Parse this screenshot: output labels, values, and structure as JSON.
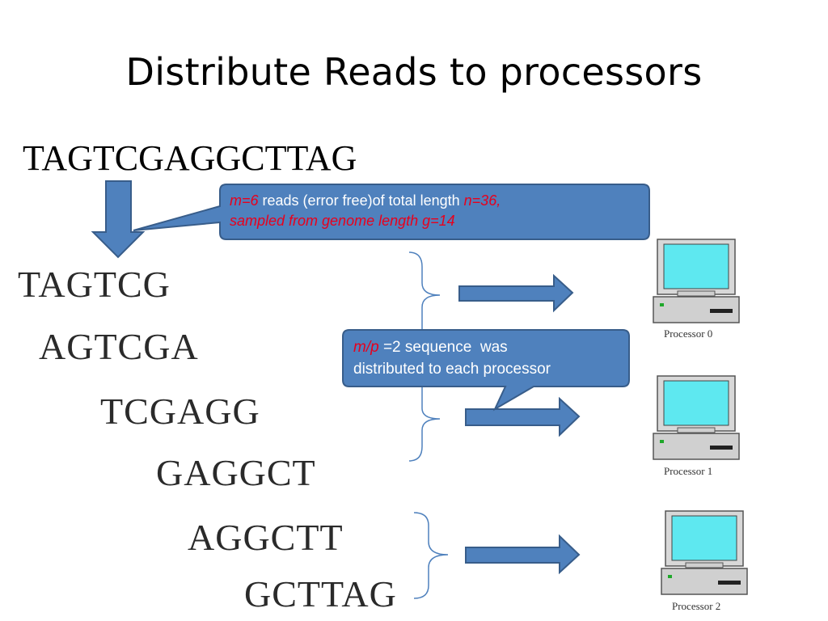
{
  "slide": {
    "title": "Distribute Reads to processors",
    "genome": "TAGTCGAGGCTTAG"
  },
  "reads": [
    "TAGTCG",
    "AGTCGA",
    "TCGAGG",
    "GAGGCT",
    "AGGCTT",
    "GCTTAG"
  ],
  "callout_reads": {
    "m_label": "m=6",
    "text1": " reads (error free)of total length ",
    "n_label": "n=36,",
    "line2": "sampled from genome length g=14"
  },
  "callout_distribution": {
    "mp_label": "m/p",
    "text1": " =2 sequence  was",
    "line2": "distributed to each processor"
  },
  "processors": [
    "Processor 0",
    "Processor 1",
    "Processor 2"
  ],
  "colors": {
    "shape_fill": "#4f81bd",
    "shape_stroke": "#385d8a",
    "highlight": "#e8001c",
    "screen": "#5ee8f0"
  }
}
